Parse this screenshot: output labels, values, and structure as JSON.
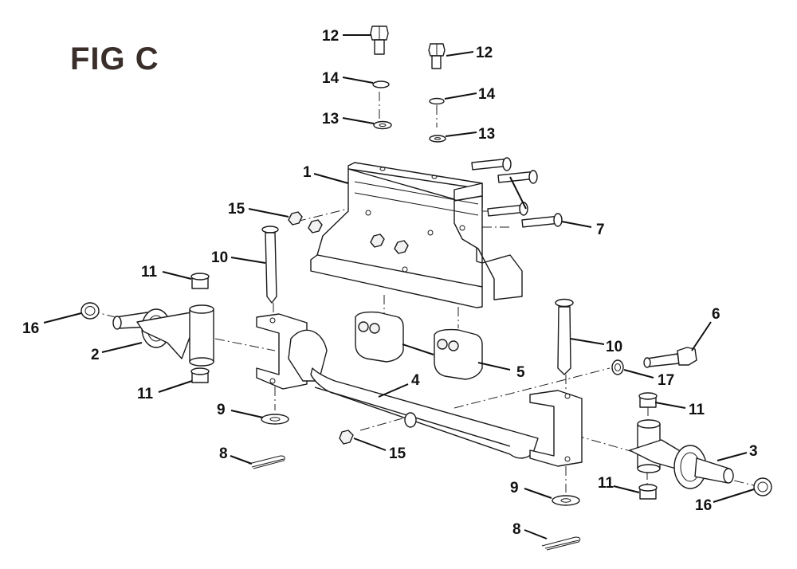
{
  "figure": {
    "title": "FIG C"
  },
  "callouts": {
    "c12a": "12",
    "c12b": "12",
    "c14a": "14",
    "c14b": "14",
    "c13a": "13",
    "c13b": "13",
    "c1": "1",
    "c15a": "15",
    "c7": "7",
    "c10a": "10",
    "c11a": "11",
    "c16a": "16",
    "c2": "2",
    "c11b": "11",
    "c6": "6",
    "c10b": "10",
    "c17": "17",
    "c5": "5",
    "c4": "4",
    "c11c": "11",
    "c9a": "9",
    "c15b": "15",
    "c8a": "8",
    "c3": "3",
    "c9b": "9",
    "c11d": "11",
    "c16b": "16",
    "c8b": "8"
  }
}
